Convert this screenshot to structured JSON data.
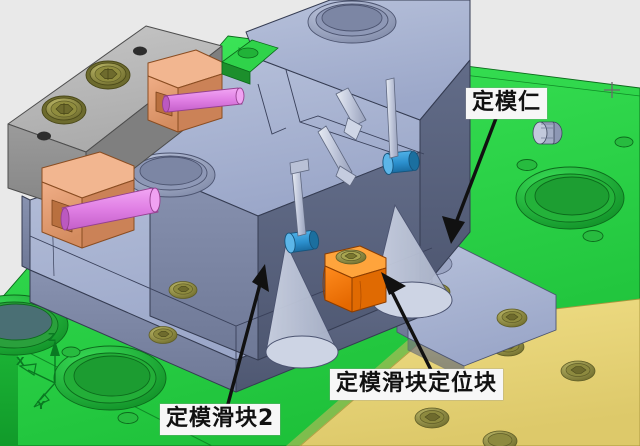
{
  "scene": {
    "title": "Injection mould fixed-half assembly 3D view",
    "background_color": "#e9e9e9",
    "view_marker": "crosshair-marker"
  },
  "callouts": [
    {
      "id": "core",
      "text": "定模仁",
      "arrow": "down-left",
      "points_to": "fixed-mould-core-insert"
    },
    {
      "id": "locating_block",
      "text": "定模滑块定位块",
      "arrow": "up-left",
      "points_to": "orange-locating-block"
    },
    {
      "id": "slider2",
      "text": "定模滑块2",
      "arrow": "up-right",
      "points_to": "blue-grey-slider-body"
    }
  ],
  "axis_triad": {
    "z": "Z",
    "y": "Y",
    "x": "X",
    "color": "#0a7a22"
  },
  "colors": {
    "background": "#e9e9e9",
    "green_plate": "#2fd34a",
    "green_plate_dark": "#17a830",
    "yellow_plate": "#ead87a",
    "yellow_plate_dark": "#cbb855",
    "blue_grey": "#a9b4d2",
    "blue_grey_dark": "#6a7694",
    "blue_grey_deep": "#59637e",
    "grey_block": "#b6b6b6",
    "grey_block_dark": "#8f8f8f",
    "salmon_block": "#e8a279",
    "salmon_block_dark": "#c27f56",
    "orange_block": "#f97c10",
    "orange_block_dark": "#d45e05",
    "magenta_pin": "#e58ae8",
    "magenta_pin_dark": "#c061c6",
    "blue_pin": "#2f97d4",
    "blue_pin_dark": "#1d6fa3",
    "screw_olive": "#9e9b4a",
    "screw_olive_dark": "#75722f",
    "edge_line": "#2b2b35",
    "callout_bg": "#f7f7f7",
    "callout_text": "#111111"
  },
  "components": [
    {
      "name": "fixed-mould-core-insert",
      "color": "#a9b4d2"
    },
    {
      "name": "blue-grey-slider-body",
      "color": "#8a94b3"
    },
    {
      "name": "orange-locating-block",
      "color": "#f97c10"
    },
    {
      "name": "green-cavity-plate",
      "color": "#2fd34a"
    },
    {
      "name": "yellow-wear-strip",
      "color": "#ead87a"
    },
    {
      "name": "grey-clamp-block",
      "color": "#b6b6b6"
    },
    {
      "name": "salmon-guide-block",
      "color": "#e8a279"
    },
    {
      "name": "magenta-angle-pin",
      "color": "#e58ae8"
    },
    {
      "name": "blue-cylinder-pin",
      "color": "#2f97d4"
    },
    {
      "name": "hex-socket-screw",
      "color": "#9e9b4a"
    }
  ]
}
